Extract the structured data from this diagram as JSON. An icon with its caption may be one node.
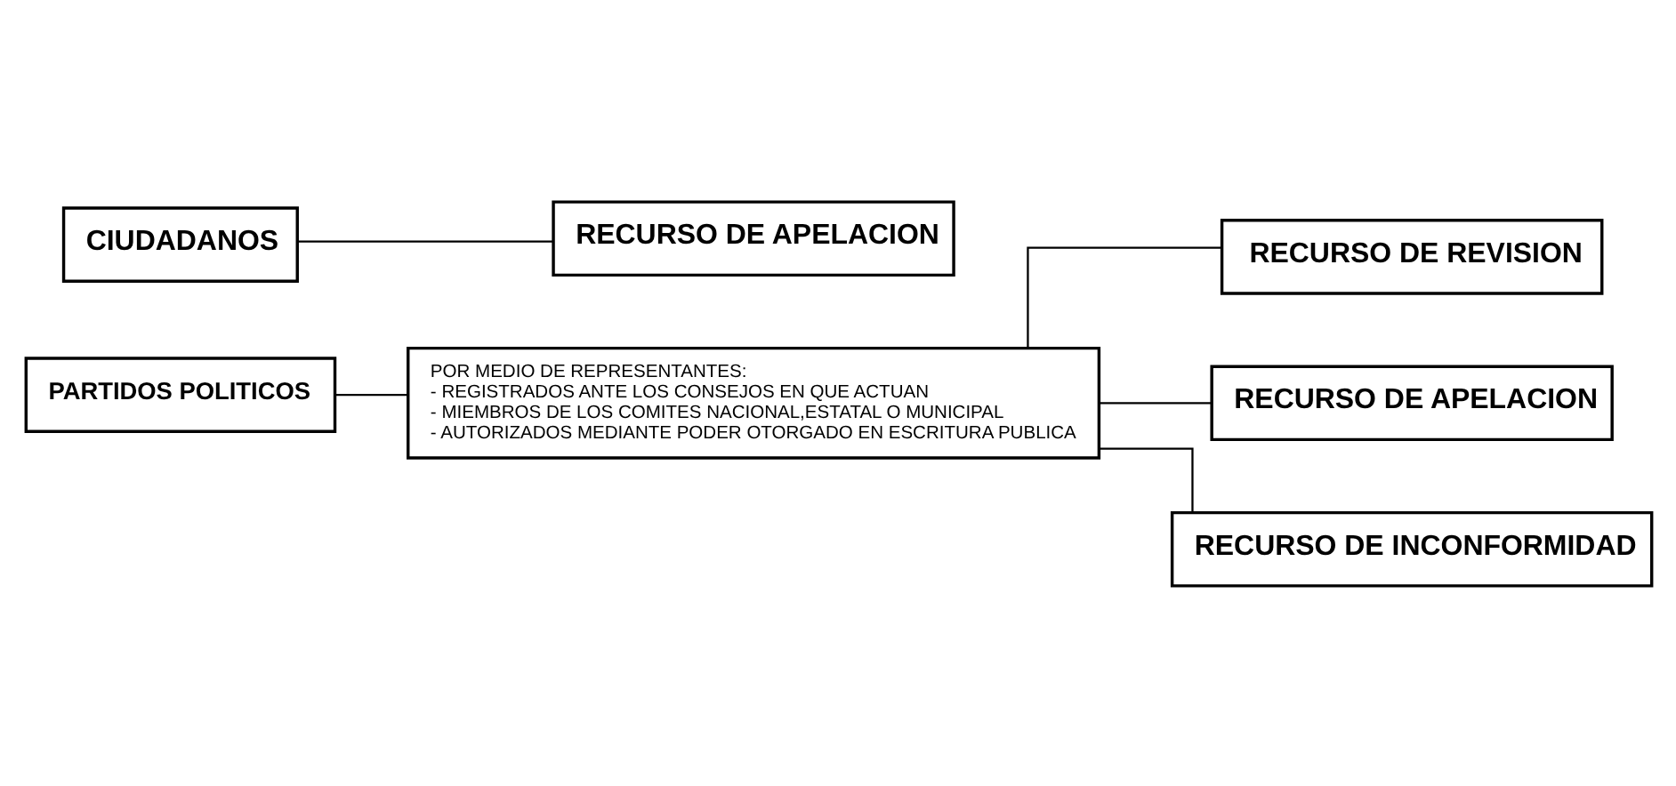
{
  "diagram": {
    "nodes": [
      {
        "text": [
          "CIUDADANOS"
        ]
      },
      {
        "text": [
          "RECURSO DE APELACION"
        ]
      },
      {
        "text": [
          "PARTIDOS POLITICOS"
        ]
      },
      {
        "text": [
          "POR MEDIO DE REPRESENTANTES:",
          "- REGISTRADOS ANTE LOS CONSEJOS EN QUE ACTUAN",
          "- MIEMBROS DE LOS COMITES NACIONAL,ESTATAL O MUNICIPAL",
          "- AUTORIZADOS MEDIANTE PODER OTORGADO EN ESCRITURA PUBLICA"
        ]
      },
      {
        "text": [
          "RECURSO DE REVISION"
        ]
      },
      {
        "text": [
          "RECURSO DE APELACION"
        ]
      },
      {
        "text": [
          "RECURSO DE INCONFORMIDAD"
        ]
      }
    ],
    "edges": [
      {
        "from": 0,
        "to": 1,
        "arrow": "none"
      },
      {
        "from": 2,
        "to": 3,
        "arrow": "none"
      },
      {
        "from": 3,
        "to": 4,
        "arrow": "none"
      },
      {
        "from": 3,
        "to": 5,
        "arrow": "none"
      },
      {
        "from": 3,
        "to": 6,
        "arrow": "none"
      }
    ]
  }
}
